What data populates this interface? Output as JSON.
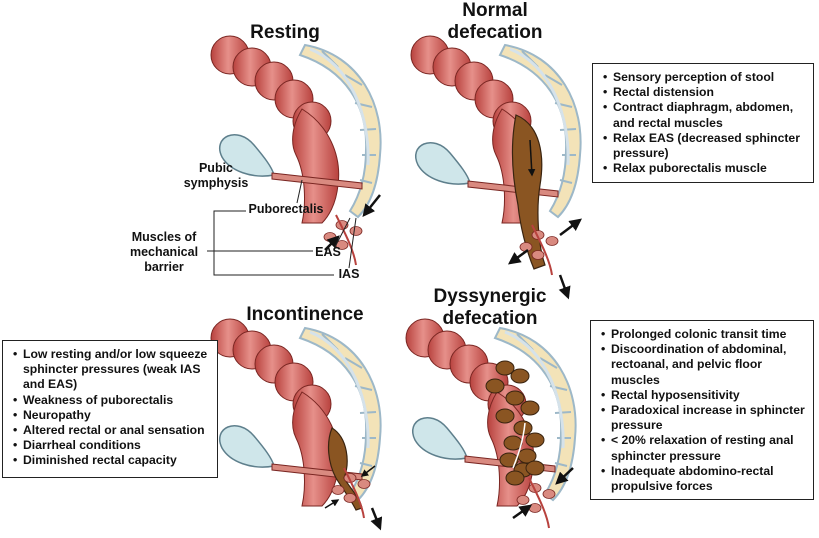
{
  "colors": {
    "colon": "#b8423e",
    "colon_highlight": "#e6908a",
    "colon_outline": "#7a2622",
    "stool": "#8a5522",
    "stool_outline": "#3a2410",
    "bone": "#f3e3b8",
    "bone_outline": "#9db8c8",
    "pubic_fill": "#cfe6ea",
    "pubic_outline": "#5e7f8c",
    "muscle": "#d98a80",
    "arrow": "#111111"
  },
  "panels": {
    "resting": {
      "title": "Resting",
      "labels": {
        "pubic_symphysis": "Pubic\nsymphysis",
        "puborectalis": "Puborectalis",
        "muscles_group": "Muscles of\nmechanical\nbarrier",
        "eas": "EAS",
        "ias": "IAS"
      }
    },
    "normal": {
      "title": "Normal\ndefecation",
      "bullets": [
        "Sensory perception of stool",
        "Rectal distension",
        "Contract diaphragm, abdomen, and rectal muscles",
        "Relax EAS (decreased sphincter pressure)",
        "Relax puborectalis muscle"
      ]
    },
    "incontinence": {
      "title": "Incontinence",
      "bullets": [
        "Low resting and/or low squeeze sphincter pressures (weak IAS and EAS)",
        "Weakness of puborectalis",
        "Neuropathy",
        "Altered rectal or anal sensation",
        "Diarrheal conditions",
        "Diminished rectal capacity"
      ]
    },
    "dyssynergic": {
      "title": "Dyssynergic\ndefecation",
      "bullets": [
        "Prolonged colonic transit time",
        "Discoordination of abdominal, rectoanal, and pelvic floor muscles",
        "Rectal hyposensitivity",
        "Paradoxical increase in sphincter pressure",
        "< 20% relaxation of resting anal sphincter pressure",
        "Inadequate abdomino-rectal propulsive forces"
      ]
    }
  }
}
